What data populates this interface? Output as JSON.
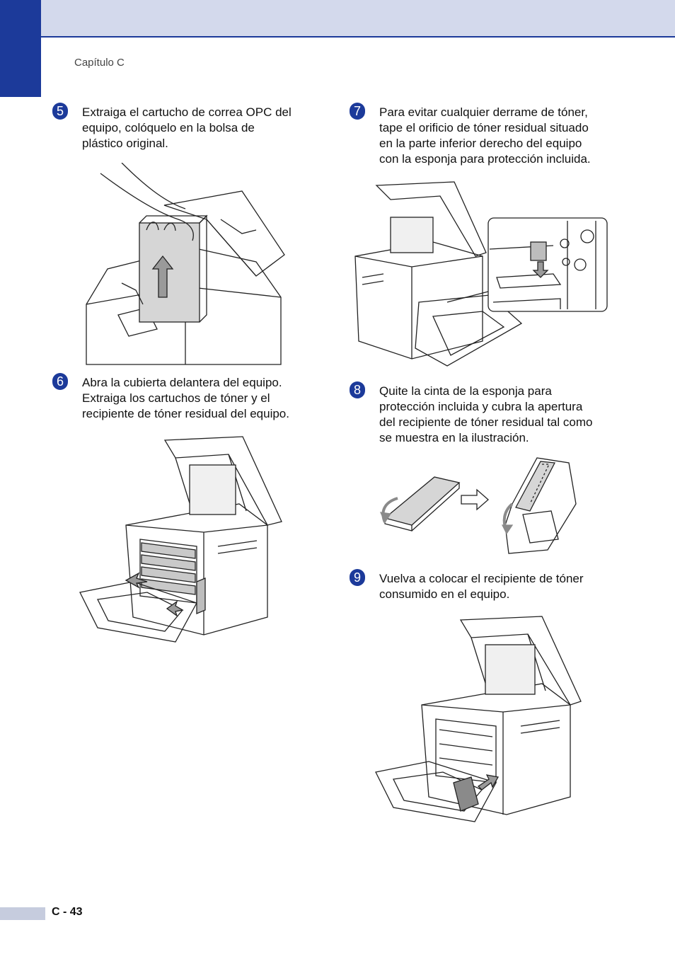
{
  "header": {
    "chapter": "Capítulo C"
  },
  "steps": [
    {
      "number": "5",
      "text": "Extraiga el cartucho de correa OPC del\nequipo, colóquelo en la bolsa de\nplástico original."
    },
    {
      "number": "6",
      "text": "Abra la cubierta delantera del equipo.\nExtraiga los cartuchos de tóner y el\nrecipiente de tóner residual del equipo."
    },
    {
      "number": "7",
      "text": "Para evitar cualquier derrame de tóner,\ntape el orificio de tóner residual situado\nen la parte inferior derecho del equipo\ncon la esponja para protección incluida."
    },
    {
      "number": "8",
      "text": "Quite la cinta de la esponja para\nprotección incluida y cubra la apertura\ndel recipiente de tóner residual tal como\nse muestra en la ilustración."
    },
    {
      "number": "9",
      "text": "Vuelva a colocar el recipiente de tóner\nconsumido en el equipo."
    }
  ],
  "footer": {
    "page": "C - 43"
  },
  "colors": {
    "accent": "#1c3a9a",
    "band": "#d3d9ec",
    "footer_band": "#c6ccde"
  },
  "illustrations": [
    "printer-belt-removal-illustration",
    "printer-toner-removal-illustration",
    "waste-toner-hole-sponge-illustration",
    "sponge-tape-illustration",
    "waste-toner-reinstall-illustration"
  ]
}
